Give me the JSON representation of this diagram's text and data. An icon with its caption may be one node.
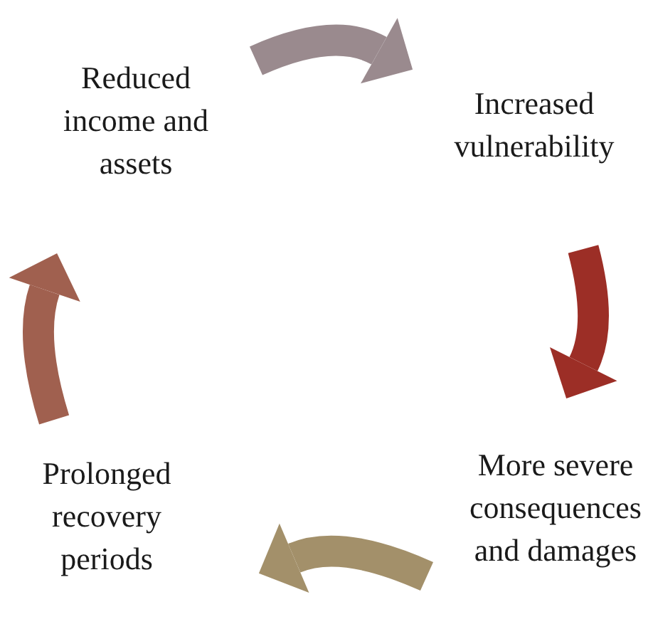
{
  "diagram": {
    "nodes": [
      {
        "text": [
          "Reduced income and assets"
        ]
      },
      {
        "text": [
          "Increased vulnerability"
        ]
      },
      {
        "text": [
          "More severe consequences and damages"
        ]
      },
      {
        "text": [
          "Prolonged recovery periods"
        ]
      }
    ],
    "edges": [
      {
        "from": 0,
        "to": 1,
        "arrow": "to",
        "color": "#9a8a8e"
      },
      {
        "from": 1,
        "to": 2,
        "arrow": "to",
        "color": "#9c2e26"
      },
      {
        "from": 2,
        "to": 3,
        "arrow": "to",
        "color": "#a3906a"
      },
      {
        "from": 3,
        "to": 0,
        "arrow": "to",
        "color": "#a0604f"
      }
    ]
  }
}
